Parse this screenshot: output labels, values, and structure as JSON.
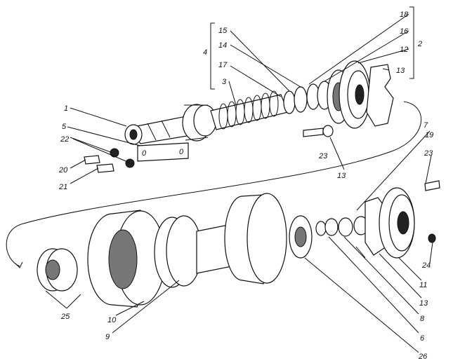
{
  "labels": {
    "l1": "1",
    "l2": "2",
    "l3": "3",
    "l4": "4",
    "l5": "5",
    "l6": "6",
    "l7": "7",
    "l8": "8",
    "l9": "9",
    "l10": "10",
    "l11": "11",
    "l12": "12",
    "l13a": "13",
    "l13b": "13",
    "l13c": "13",
    "l14": "14",
    "l15": "15",
    "l16": "16",
    "l17": "17",
    "l18": "18",
    "l19": "19",
    "l20": "20",
    "l21": "21",
    "l22": "22",
    "l23a": "23",
    "l23b": "23",
    "l24": "24",
    "l25": "25",
    "l26": "26"
  },
  "gasket_marks": {
    "left": "0",
    "right": "0"
  }
}
